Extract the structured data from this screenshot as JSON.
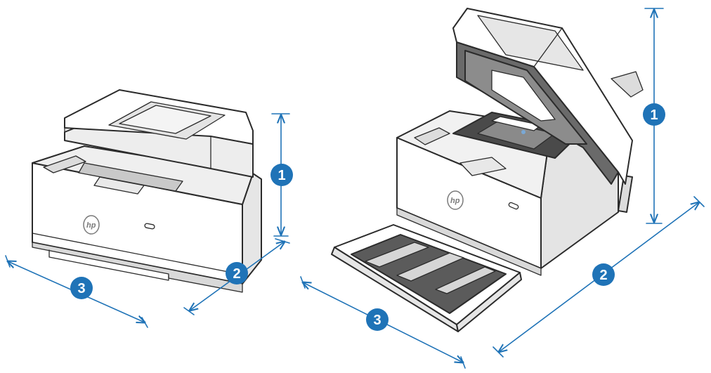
{
  "diagram": {
    "badges": {
      "left_height": "1",
      "left_depth": "2",
      "left_width": "3",
      "right_height": "1",
      "right_depth": "2",
      "right_width": "3"
    },
    "logo": "hp",
    "colors": {
      "dimension_line": "#1f73b7",
      "badge_fill": "#1f73b7",
      "outline": "#2b2b2b",
      "body": "#ffffff",
      "shade": "#e2e2e2",
      "dark": "#5b5b5b"
    }
  }
}
